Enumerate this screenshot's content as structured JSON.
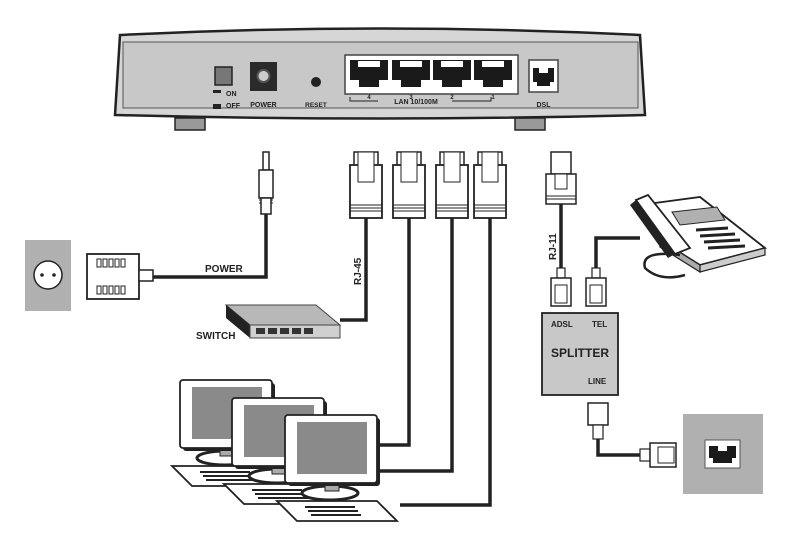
{
  "device": {
    "switch_on": "ON",
    "switch_off": "OFF",
    "power_port": "POWER",
    "reset": "RESET",
    "lan_ports": [
      "4",
      "3",
      "2",
      "1"
    ],
    "lan_label": "LAN 10/100M",
    "dsl_port": "DSL"
  },
  "cables": {
    "power": "POWER",
    "rj45": "RJ-45",
    "rj11": "RJ-11"
  },
  "switch_label": "SWITCH",
  "splitter": {
    "adsl": "ADSL",
    "tel": "TEL",
    "title": "SPLITTER",
    "line": "LINE"
  },
  "colors": {
    "panel": "#c8c8c8",
    "dark": "#222222",
    "wall": "#b0b0b0",
    "screen": "#8a8a8a"
  }
}
